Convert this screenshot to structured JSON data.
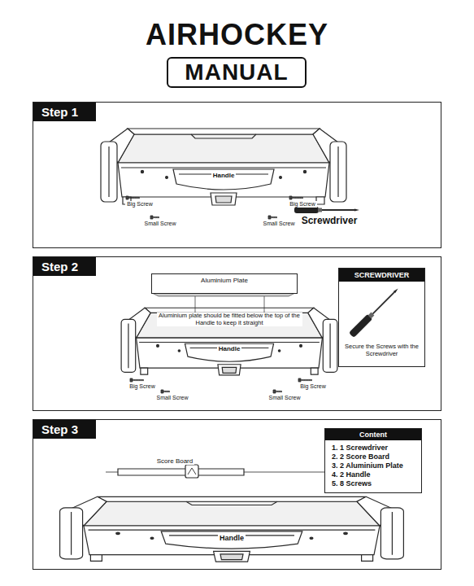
{
  "diagram": {
    "title": "AIRHOCKEY",
    "nodes": [
      {
        "text": [
          "MANUAL"
        ]
      },
      {
        "text": [
          "Step 1"
        ]
      },
      {
        "text": [
          "Step 2"
        ]
      },
      {
        "text": [
          "SCREWDRIVER",
          "Secure the Screws with the Screwdriver"
        ],
        "in": 2
      },
      {
        "text": [
          "Aluminium Plate"
        ],
        "in": 2
      },
      {
        "text": [
          "Step 3"
        ]
      },
      {
        "text": [
          "Content",
          "1. 1 Screwdriver",
          "2. 2 Score Board",
          "3. 2 Aluminium Plate",
          "4. 2 Handle",
          "5. 8 Screws"
        ],
        "in": 5
      }
    ],
    "labels": [
      "Big Screw",
      "Handle",
      "Big Screw",
      "Small Screw",
      "Small Screw",
      "Screwdriver",
      "Aluminium plate should be fitted below the top of the Handle to keep it straight",
      "Handle",
      "Big Screw",
      "Small Screw",
      "Small Screw",
      "Big Screw",
      "Score Board",
      "Handle"
    ]
  }
}
